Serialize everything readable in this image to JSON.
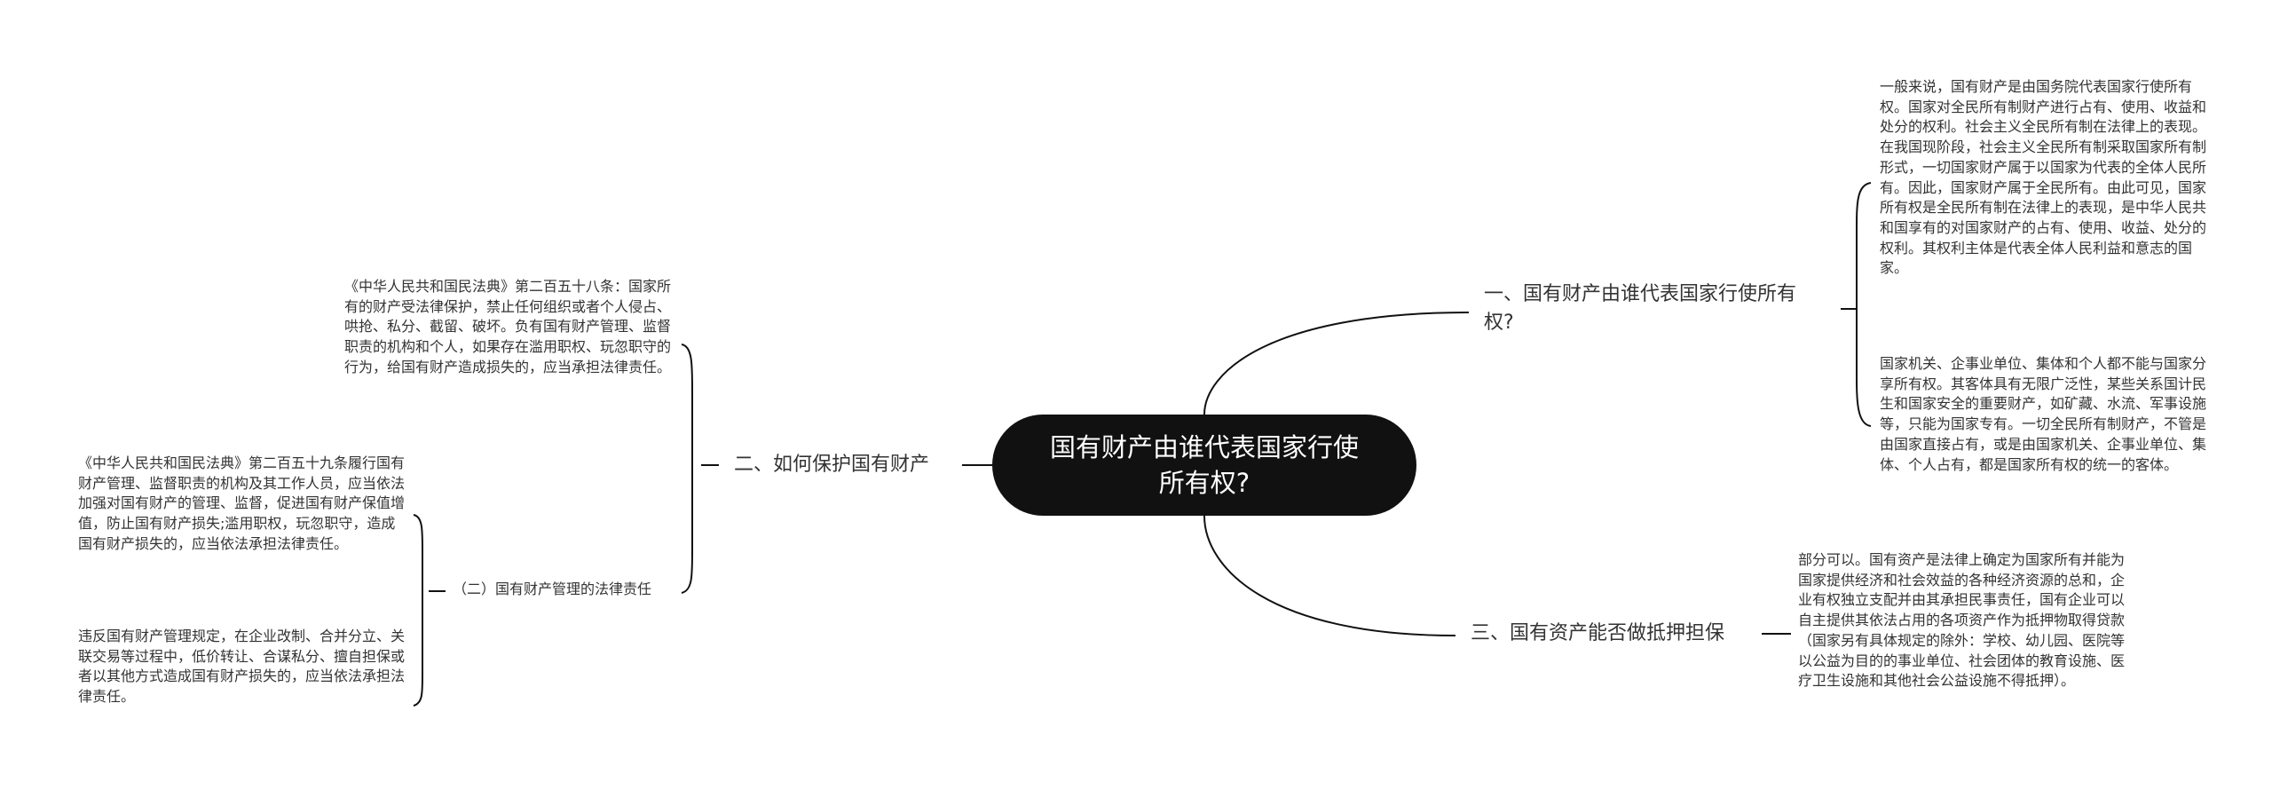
{
  "mindmap": {
    "root": "国有财产由谁代表国家行使所有权?",
    "branches": [
      {
        "title": "一、国有财产由谁代表国家行使所有权?",
        "leaves": [
          "一般来说，国有财产是由国务院代表国家行使所有权。国家对全民所有制财产进行占有、使用、收益和处分的权利。社会主义全民所有制在法律上的表现。在我国现阶段，社会主义全民所有制采取国家所有制形式，一切国家财产属于以国家为代表的全体人民所有。因此，国家财产属于全民所有。由此可见，国家所有权是全民所有制在法律上的表现，是中华人民共和国享有的对国家财产的占有、使用、收益、处分的权利。其权利主体是代表全体人民利益和意志的国家。",
          "国家机关、企事业单位、集体和个人都不能与国家分享所有权。其客体具有无限广泛性，某些关系国计民生和国家安全的重要财产，如矿藏、水流、军事设施等，只能为国家专有。一切全民所有制财产，不管是由国家直接占有，或是由国家机关、企事业单位、集体、个人占有，都是国家所有权的统一的客体。"
        ]
      },
      {
        "title": "二、如何保护国有财产",
        "leaves": [
          "《中华人民共和国民法典》第二百五十八条：国家所有的财产受法律保护，禁止任何组织或者个人侵占、哄抢、私分、截留、破坏。负有国有财产管理、监督职责的机构和个人，如果存在滥用职权、玩忽职守的行为，给国有财产造成损失的，应当承担法律责任。"
        ],
        "sub": {
          "title": "（二）国有财产管理的法律责任",
          "leaves": [
            "《中华人民共和国民法典》第二百五十九条履行国有财产管理、监督职责的机构及其工作人员，应当依法加强对国有财产的管理、监督，促进国有财产保值增值，防止国有财产损失;滥用职权，玩忽职守，造成国有财产损失的，应当依法承担法律责任。",
            "违反国有财产管理规定，在企业改制、合并分立、关联交易等过程中，低价转让、合谋私分、擅自担保或者以其他方式造成国有财产损失的，应当依法承担法律责任。"
          ]
        }
      },
      {
        "title": "三、国有资产能否做抵押担保",
        "leaves": [
          "部分可以。国有资产是法律上确定为国家所有并能为国家提供经济和社会效益的各种经济资源的总和，企业有权独立支配并由其承担民事责任，国有企业可以自主提供其依法占用的各项资产作为抵押物取得贷款（国家另有具体规定的除外：学校、幼儿园、医院等以公益为目的的事业单位、社会团体的教育设施、医疗卫生设施和其他社会公益设施不得抵押）。"
        ]
      }
    ]
  },
  "colors": {
    "root_fill": "#111111",
    "root_text": "#ffffff",
    "text": "#333333",
    "line": "#111111",
    "background": "#ffffff"
  }
}
